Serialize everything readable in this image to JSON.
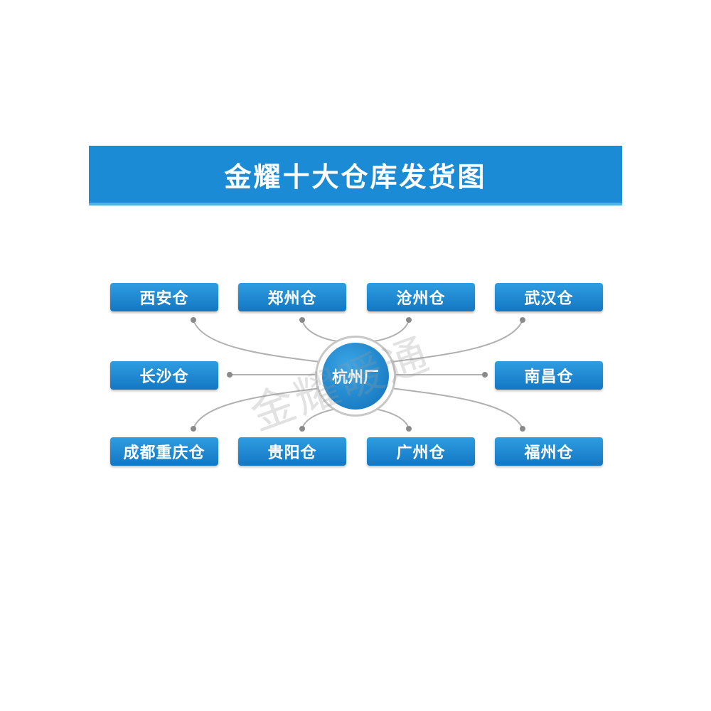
{
  "title": "金耀十大仓库发货图",
  "hub": {
    "label": "杭州厂"
  },
  "warehouses": [
    {
      "label": "西安仓"
    },
    {
      "label": "郑州仓"
    },
    {
      "label": "沧州仓"
    },
    {
      "label": "武汉仓"
    },
    {
      "label": "长沙仓"
    },
    {
      "label": "南昌仓"
    },
    {
      "label": "成都重庆仓"
    },
    {
      "label": "贵阳仓"
    },
    {
      "label": "广州仓"
    },
    {
      "label": "福州仓"
    }
  ],
  "watermark": "金耀暖通",
  "colors": {
    "banner": "#1a8bd4",
    "node": "#1a86d0",
    "connector": "#b0b0b0",
    "dot": "#8a8a8a"
  }
}
